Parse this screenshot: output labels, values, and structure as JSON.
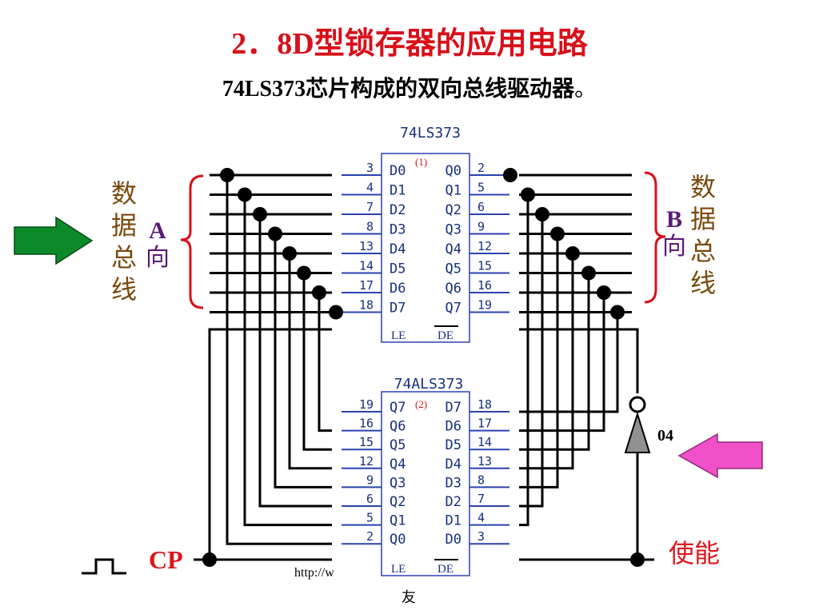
{
  "title": "2．8D型锁存器的应用电路",
  "subtitle": {
    "part": "74LS373",
    "rest": "芯片构成的双向总线驱动器",
    "mark": "。"
  },
  "left_bus": {
    "chars": [
      "数",
      "据",
      "总",
      "线"
    ],
    "dir_letter": "A",
    "dir_char": "向"
  },
  "right_bus": {
    "chars": [
      "数",
      "据",
      "总",
      "线"
    ],
    "dir_letter": "B",
    "dir_char": "向"
  },
  "chip1": {
    "name": "74LS373",
    "index_label": "(1)",
    "left_pins": [
      "3",
      "4",
      "7",
      "8",
      "13",
      "14",
      "17",
      "18"
    ],
    "left_labels": [
      "D0",
      "D1",
      "D2",
      "D3",
      "D4",
      "D5",
      "D6",
      "D7"
    ],
    "right_labels": [
      "Q0",
      "Q1",
      "Q2",
      "Q3",
      "Q4",
      "Q5",
      "Q6",
      "Q7"
    ],
    "right_pins": [
      "2",
      "5",
      "6",
      "9",
      "12",
      "15",
      "16",
      "19"
    ],
    "le_label": "LE",
    "de_label": "DE"
  },
  "chip2": {
    "name": "74ALS373",
    "index_label": "(2)",
    "left_pins": [
      "19",
      "16",
      "15",
      "12",
      "9",
      "6",
      "5",
      "2"
    ],
    "left_labels": [
      "Q7",
      "Q6",
      "Q5",
      "Q4",
      "Q3",
      "Q2",
      "Q1",
      "Q0"
    ],
    "right_labels": [
      "D7",
      "D6",
      "D5",
      "D4",
      "D3",
      "D2",
      "D1",
      "D0"
    ],
    "right_pins": [
      "18",
      "17",
      "14",
      "13",
      "8",
      "7",
      "4",
      "3"
    ],
    "le_label": "LE",
    "de_label": "DE"
  },
  "inverter_label": "04",
  "cp_label": "CP",
  "enable_label": "使能",
  "url_fragment": "http://w",
  "footer_text": "友",
  "colors": {
    "title": "#d8101a",
    "chip_text": "#16307a",
    "pin_line": "#2a42b0",
    "bus_char": "#7a4a0c",
    "direction": "#5b1a78",
    "left_arrow": "#0c8a2a",
    "right_arrow": "#f050c8",
    "brace": "#d8101a",
    "cp_enable": "#e0141c"
  },
  "icons": {
    "left_arrow": "arrow-right-icon",
    "right_arrow": "arrow-left-icon",
    "clock": "pulse-icon",
    "gate": "inverter-icon"
  }
}
